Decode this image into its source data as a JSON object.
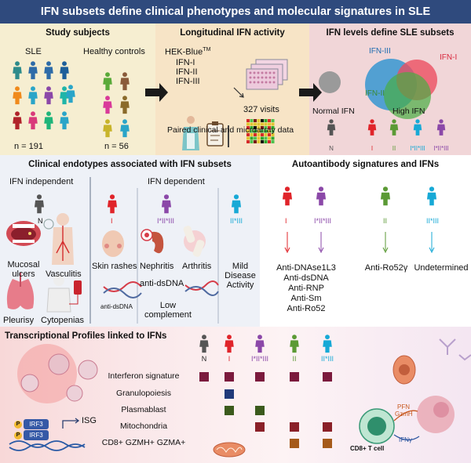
{
  "title": "IFN subsets define clinical phenotypes and molecular signatures in SLE",
  "colors": {
    "N": "#555555",
    "I": "#e0242a",
    "I_II_III": "#8b48a8",
    "II": "#5b9a35",
    "II_III": "#17a9d6",
    "header": "#2f4a7d",
    "heat_ifn": "#7b1a3d",
    "heat_granulo": "#203a7a",
    "heat_plasma": "#3b5a1c",
    "heat_mito": "#8a2028",
    "heat_cd8": "#a55a1a"
  },
  "study": {
    "title": "Study subjects",
    "sle_label": "SLE",
    "hc_label": "Healthy controls",
    "sle_n": "n = 191",
    "hc_n": "n = 56"
  },
  "longitudinal": {
    "title": "Longitudinal IFN activity",
    "assay": "HEK-Blue",
    "assay_tm": "TM",
    "ifn1": "IFN-I",
    "ifn2": "IFN-II",
    "ifn3": "IFN-III",
    "visits": "327 visits",
    "paired": "Paired clinical and microarray data"
  },
  "levels": {
    "title": "IFN levels define SLE subsets",
    "venn": [
      "IFN-III",
      "IFN-I",
      "IFN-II"
    ],
    "normal": "Normal IFN",
    "high": "High IFN",
    "groups": [
      "N",
      "I",
      "II",
      "I*II*III",
      "I*II*III"
    ]
  },
  "endotypes": {
    "title": "Clinical endotypes associated with IFN subsets",
    "independent": "IFN independent",
    "dependent": "IFN dependent",
    "n_label": "N",
    "i_label": "I",
    "i_ii_iii_label": "I*II*III",
    "ii_iii_label": "II*III",
    "mucosal": "Mucosal\nulcers",
    "vasculitis": "Vasculitis",
    "pleurisy": "Pleurisy",
    "cytopenias": "Cytopenias",
    "skin": "Skin rashes",
    "anti_dsdna_small": "anti-dsDNA",
    "nephritis": "Nephritis",
    "arthritis": "Arthritis",
    "anti_dsdna": "anti-dsDNA",
    "low_complement": "Low\ncomplement",
    "mild": "Mild\nDisease\nActivity"
  },
  "autoantibody": {
    "title": "Autoantibody signatures and IFNs",
    "labels": [
      "I",
      "I*II*III",
      "II",
      "II*III"
    ],
    "ab_col1": "Anti-DNAse1L3\nAnti-dsDNA\nAnti-RNP\nAnti-Sm\nAnti-Ro52",
    "ab_col2": "Anti-Ro52γ",
    "ab_col3": "Undetermined"
  },
  "transcriptional": {
    "title": "Transcriptional Profiles linked to IFNs",
    "columns": [
      "N",
      "I",
      "I*II*III",
      "II",
      "II*III"
    ],
    "rows": [
      {
        "label": "Interferon signature",
        "cells": [
          1,
          1,
          1,
          1,
          1
        ]
      },
      {
        "label": "Granulopoiesis",
        "cells": [
          0,
          1,
          0,
          0,
          0
        ]
      },
      {
        "label": "Plasmablast",
        "cells": [
          0,
          1,
          1,
          0,
          0
        ]
      },
      {
        "label": "Mitochondria",
        "cells": [
          0,
          0,
          1,
          1,
          1
        ]
      },
      {
        "label": "CD8+ GZMH+ GZMA+",
        "cells": [
          0,
          0,
          0,
          1,
          1
        ]
      }
    ],
    "irf3": "IRF3",
    "p": "P",
    "isg": "ISG",
    "pfn": "PFN",
    "gzmh": "GzmH",
    "ifng": "IFNγ",
    "cd8": "CD8+ T cell"
  }
}
